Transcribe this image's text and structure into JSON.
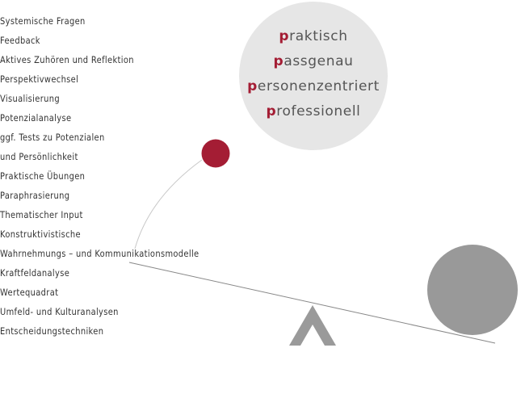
{
  "methods": [
    "Systemische Fragen",
    "Feedback",
    "Aktives Zuhören und Reflektion",
    "Perspektivwechsel",
    "Visualisierung",
    "Potenzialanalyse",
    "ggf. Tests zu Potenzialen",
    "und Persönlichkeit",
    "Praktische Übungen",
    "Paraphrasierung",
    "Thematischer Input",
    "Konstruktivistische",
    "Wahrnehmungs – und Kommunikationsmodelle",
    "Kraftfeldanalyse",
    "Wertequadrat",
    "Umfeld- und Kulturanalysen",
    "Entscheidungstechniken"
  ],
  "qualities": [
    {
      "initial": "p",
      "rest": "raktisch"
    },
    {
      "initial": "p",
      "rest": "assgenau"
    },
    {
      "initial": "p",
      "rest": "ersonenzentriert"
    },
    {
      "initial": "p",
      "rest": "rofessionell"
    }
  ],
  "colors": {
    "accent": "#a41d34",
    "circle_light": "#e6e6e6",
    "weight_grey": "#999999",
    "fulcrum_grey": "#9a9a9a",
    "text": "#333333"
  }
}
